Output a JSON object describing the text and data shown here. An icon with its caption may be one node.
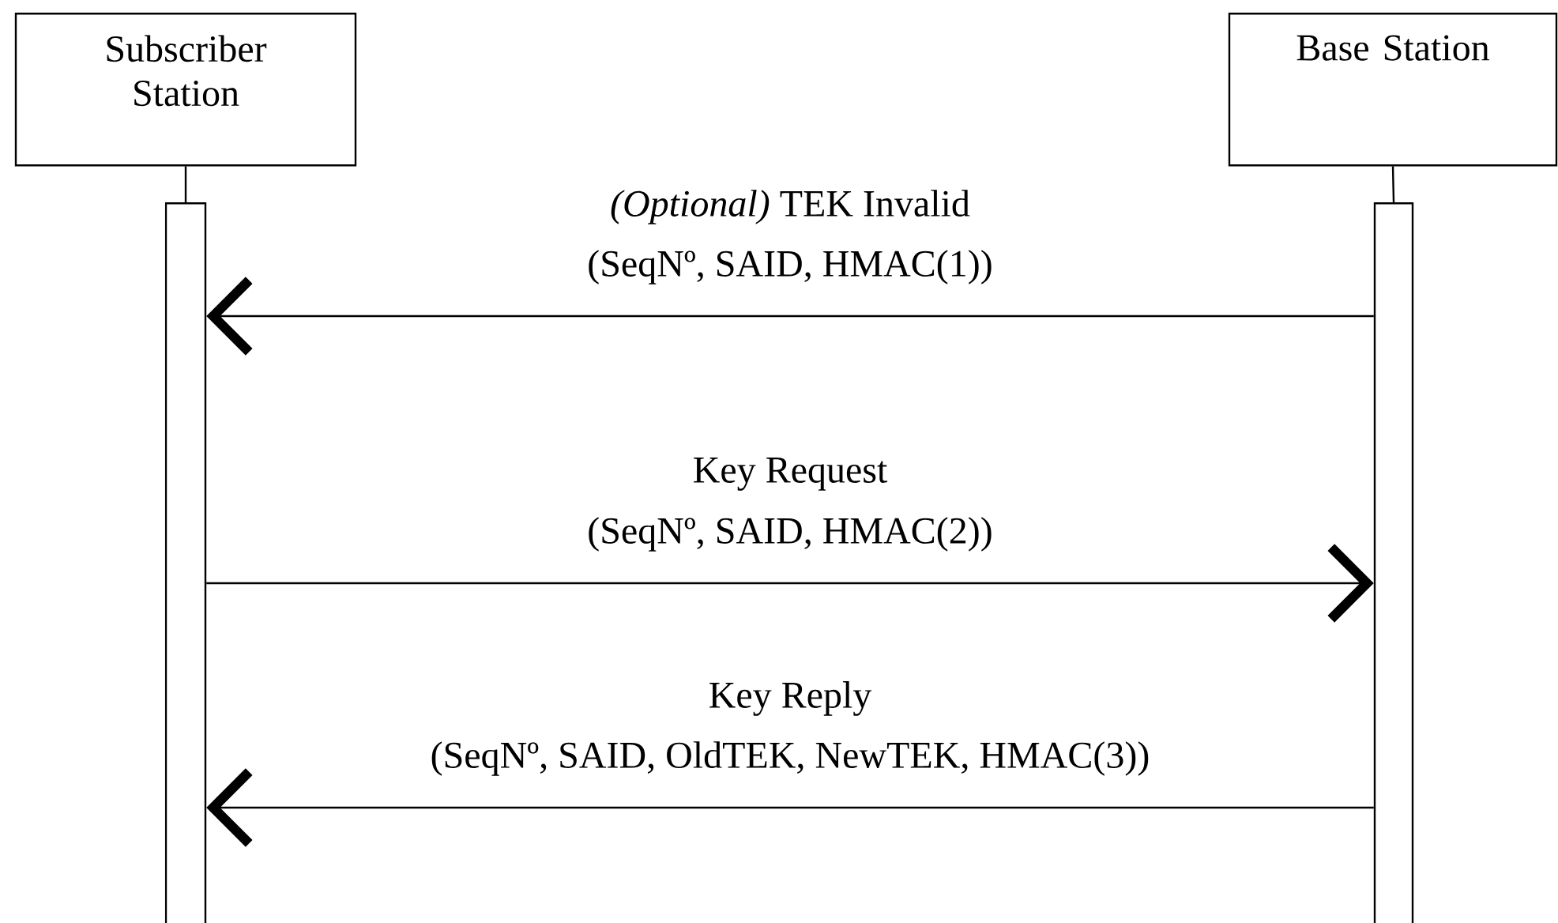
{
  "diagram": {
    "nodes": [
      {
        "text": [
          "Subscriber Station"
        ]
      },
      {
        "text": [
          "Base Station"
        ]
      },
      {
        "text": [],
        "shape": "bar"
      },
      {
        "text": [],
        "shape": "bar"
      }
    ],
    "edges": [
      {
        "from": 0,
        "to": 2,
        "arrow": "none"
      },
      {
        "from": 1,
        "to": 3,
        "arrow": "none"
      },
      {
        "from": 3,
        "to": 2,
        "arrow": "to",
        "label": "*(Optional)* TEK Invalid"
      },
      {
        "from": 2,
        "to": 3,
        "arrow": "to",
        "label": "Key Request"
      },
      {
        "from": 3,
        "to": 2,
        "arrow": "to",
        "label": "Key Reply"
      }
    ],
    "labels": [
      "(SeqNº, SAID, HMAC(1))",
      "(SeqNº, SAID, HMAC(2))",
      "(SeqNº, SAID, OldTEK, NewTEK, HMAC(3))"
    ]
  }
}
